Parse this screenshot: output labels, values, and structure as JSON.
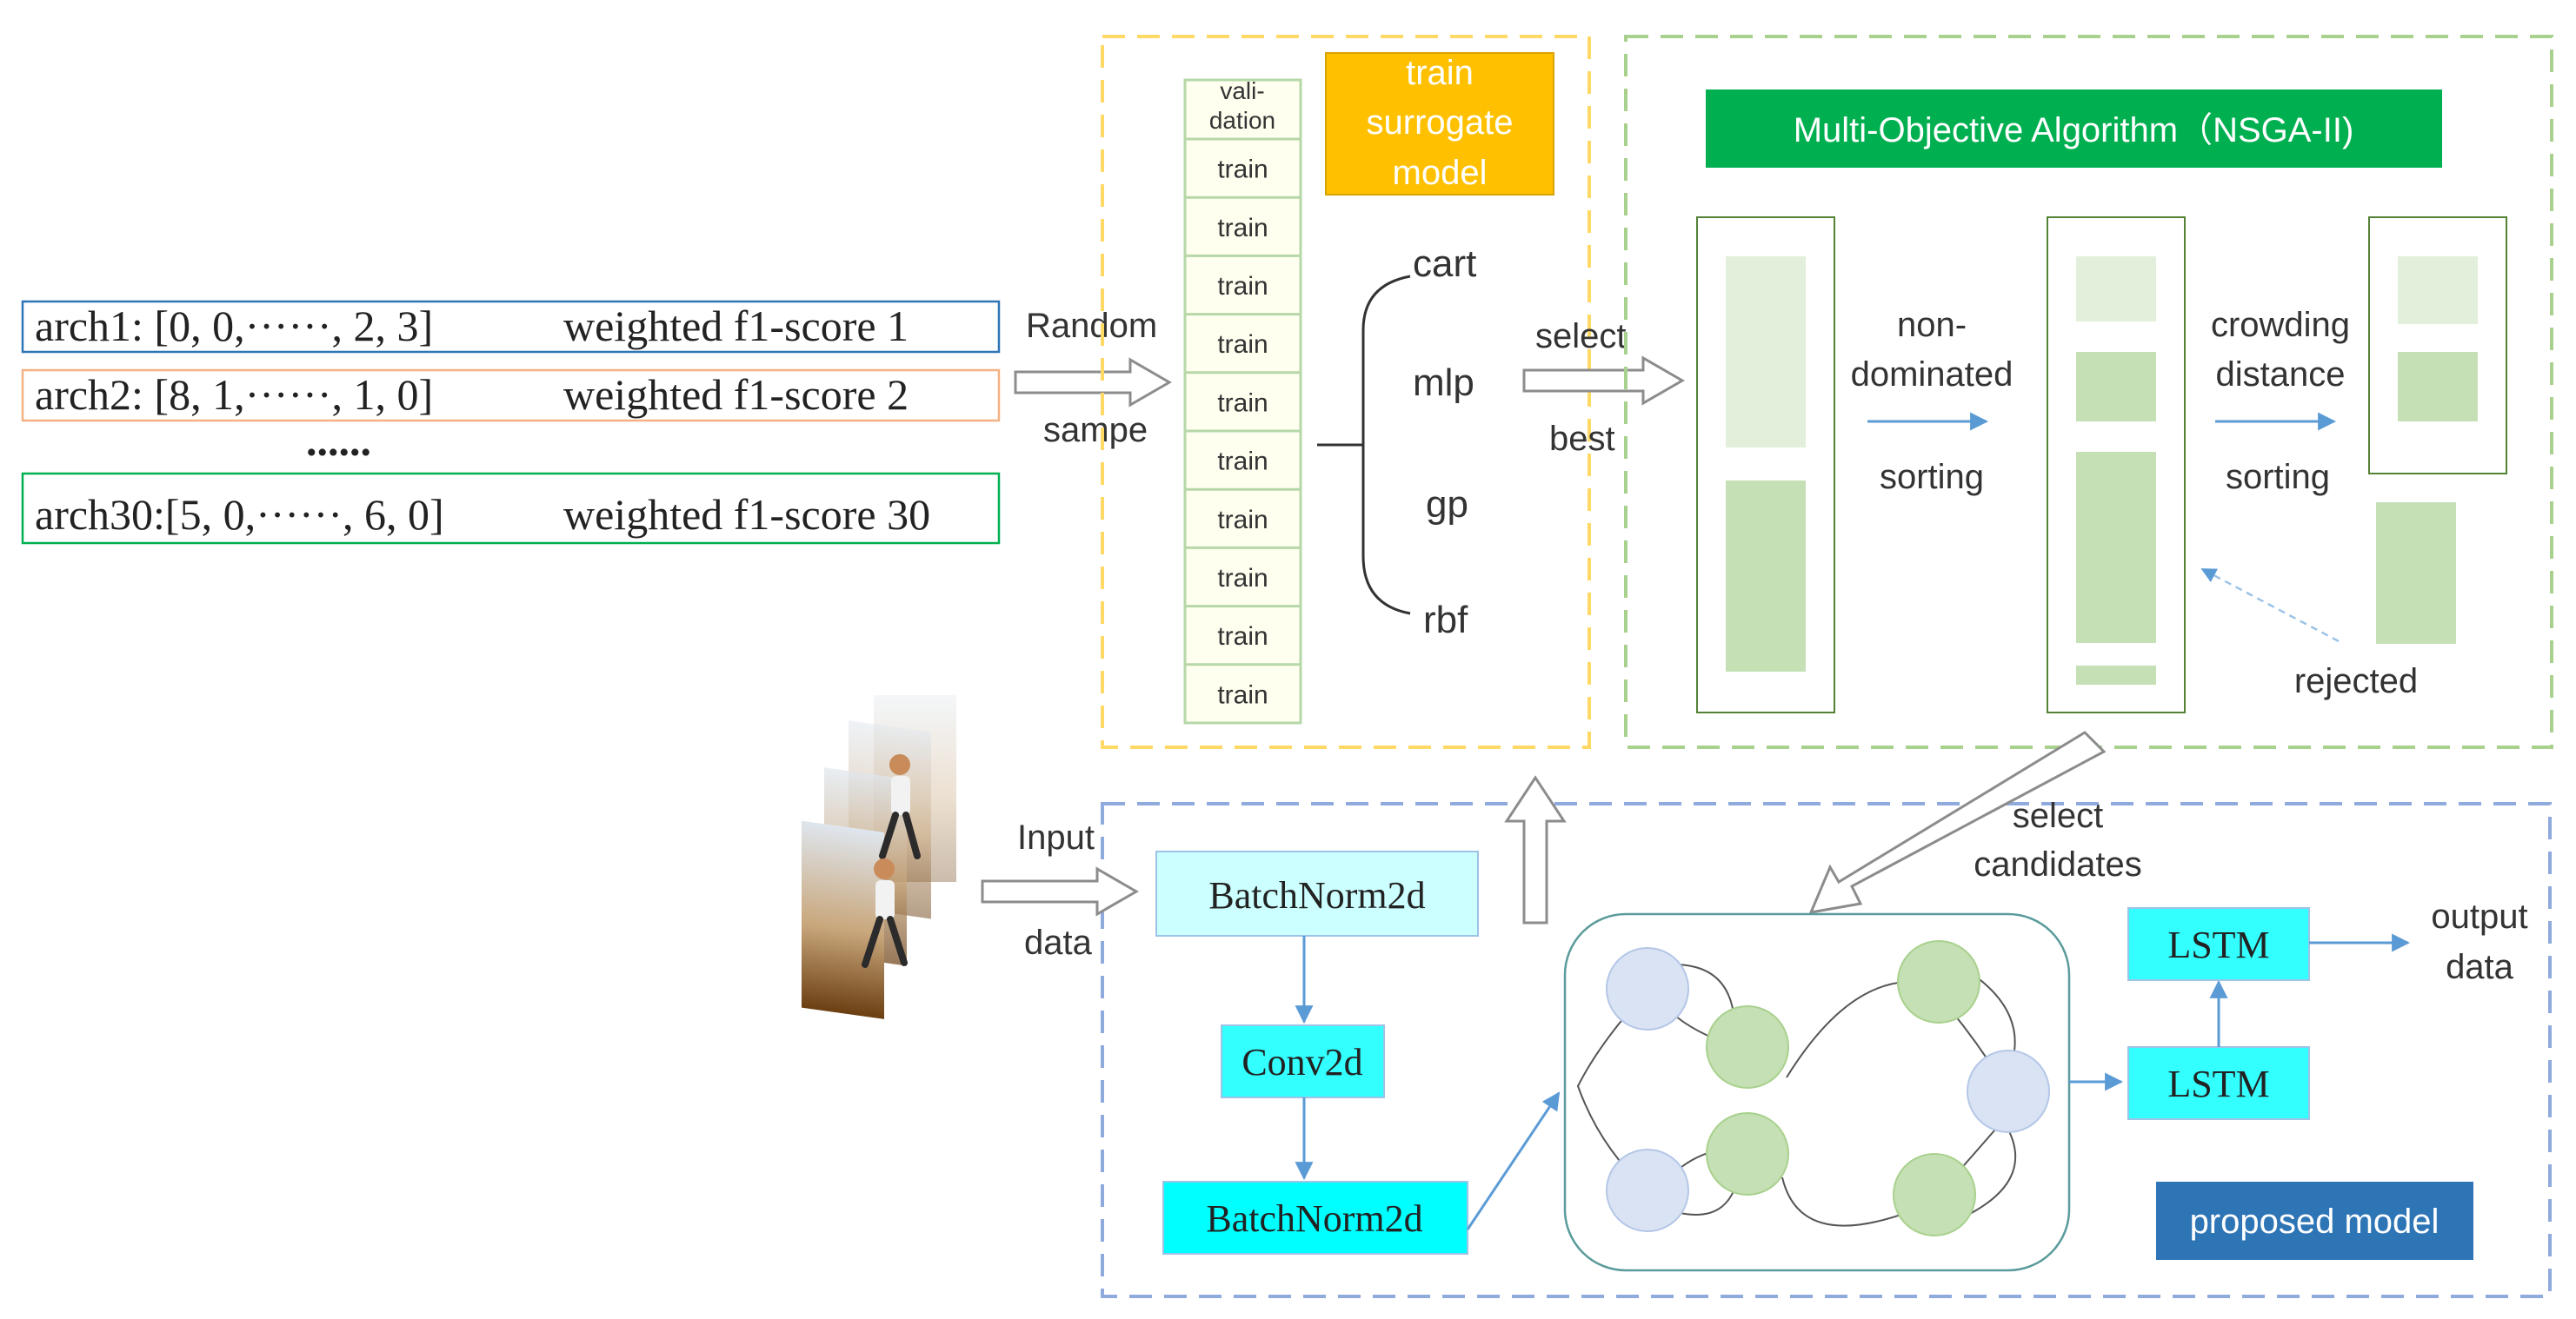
{
  "arch_list": {
    "row1": {
      "arch": "arch1: [0, 0,······, 2, 3]",
      "score": "weighted f1-score 1"
    },
    "row2": {
      "arch": "arch2: [8, 1,······, 1, 0]",
      "score": "weighted f1-score 2"
    },
    "ellipsis": "......",
    "row3": {
      "arch": "arch30:[5, 0,······, 6, 0]",
      "score": "weighted f1-score 30"
    }
  },
  "labels": {
    "random": "Random",
    "sample": "sampe",
    "select": "select",
    "best": "best",
    "input": "Input",
    "data": "data"
  },
  "surrogate": {
    "title_line1": "train",
    "title_line2": "surrogate",
    "title_line3": "model",
    "validation_line1": "vali-",
    "validation_line2": "dation",
    "train_cells": [
      "train",
      "train",
      "train",
      "train",
      "train",
      "train",
      "train",
      "train",
      "train",
      "train"
    ],
    "models": [
      "cart",
      "mlp",
      "gp",
      "rbf"
    ]
  },
  "moea": {
    "title": "Multi-Objective Algorithm（NSGA-II)",
    "nds_line1": "non-",
    "nds_line2": "dominated",
    "nds_line3": "sorting",
    "cd_line1": "crowding",
    "cd_line2": "distance",
    "cd_line3": "sorting",
    "rejected": "rejected"
  },
  "model": {
    "select_line1": "select",
    "select_line2": "candidates",
    "bn1": "BatchNorm2d",
    "conv": "Conv2d",
    "bn2": "BatchNorm2d",
    "lstm1": "LSTM",
    "lstm2": "LSTM",
    "output_line1": "output",
    "output_line2": "data",
    "badge": "proposed model"
  },
  "colors": {
    "yellow_dash": "#ffd966",
    "green_dash": "#a9d18e",
    "blue_dash": "#8faadc",
    "surrogate_fill": "#ffc000",
    "moea_fill": "#00b050",
    "bar_fill": "#c5e0b4",
    "node_green": "#c5e0b4",
    "node_purple": "#dae3f3",
    "cyan_light": "#ccffff",
    "cyan": "#00ffff",
    "badge": "#2e75b6",
    "arrow": "#5b9bd5"
  }
}
